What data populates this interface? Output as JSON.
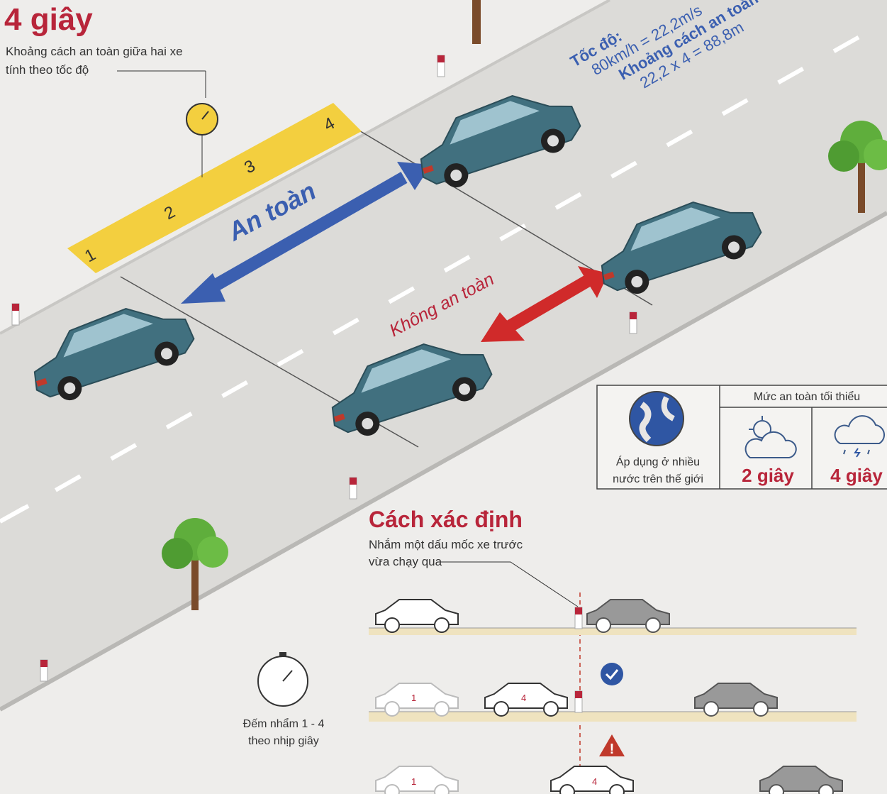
{
  "header": {
    "title": "4 giây",
    "subtitle_line1": "Khoảng cách an toàn giữa hai xe",
    "subtitle_line2": "tính theo tốc độ"
  },
  "ruler": {
    "ticks": [
      "1",
      "2",
      "3",
      "4"
    ]
  },
  "speed_note": {
    "line1": "Tốc độ:",
    "line2": "80km/h = 22,2m/s",
    "line3": "Khoảng cách an toàn",
    "line4": "22,2 x 4 = 88,8m"
  },
  "arrows": {
    "safe": "An toàn",
    "unsafe": "Không an toàn"
  },
  "info_table": {
    "applies": "Áp dụng ở nhiều nước trên thế giới",
    "applies_line1": "Áp dụng ở nhiều",
    "applies_line2": "nước trên thế giới",
    "header": "Mức an toàn tối thiểu",
    "conditions": [
      {
        "icon": "partly-cloudy-icon",
        "value": "2 giây"
      },
      {
        "icon": "rain-storm-icon",
        "value": "4 giây"
      }
    ]
  },
  "method": {
    "title": "Cách xác định",
    "step1_line1": "Nhắm một dấu mốc xe trước",
    "step1_line2": "vừa chạy qua",
    "count_line1": "Đếm nhẩm 1 - 4",
    "count_line2": "theo nhịp giây",
    "car_labels": [
      "1",
      "4",
      "1",
      "4"
    ]
  },
  "colors": {
    "accent_red": "#b8253a",
    "accent_blue": "#3b5fb0",
    "car": "#41707f",
    "ruler": "#f3cf3f"
  }
}
